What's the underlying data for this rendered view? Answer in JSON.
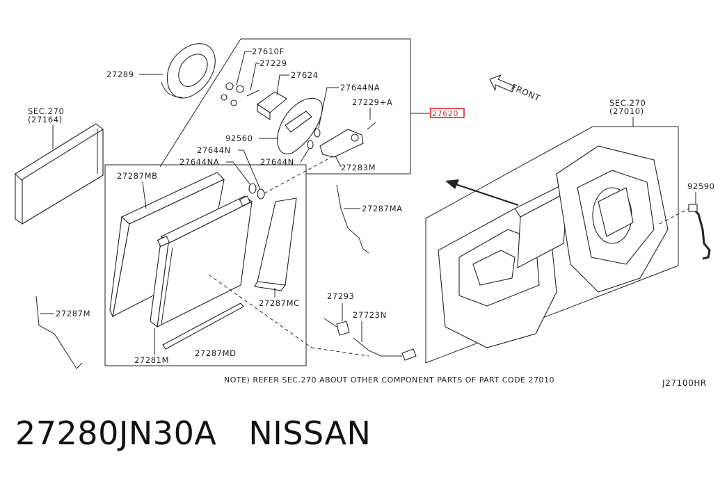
{
  "callouts": {
    "sec270_left": "SEC.270",
    "sec270_left_code": "(27164)",
    "p27289": "27289",
    "p27610F": "27610F",
    "p27229": "27229",
    "p27624": "27624",
    "p27644NA_top": "27644NA",
    "p27229A": "27229+A",
    "p27620": "27620",
    "p92560": "92560",
    "p27644N_top": "27644N",
    "p27644NA_left": "27644NA",
    "p27644N_mid": "27644N",
    "p27283M": "27283M",
    "p27287MB": "27287MB",
    "p27287MA": "27287MA",
    "p27287MC": "27287MC",
    "p27287M": "27287M",
    "p27293": "27293",
    "p27723N": "27723N",
    "p27281M": "27281M",
    "p27287MD": "27287MD",
    "sec270_right": "SEC.270",
    "sec270_right_code": "(27010)",
    "p92590": "92590",
    "front": "FRONT"
  },
  "note": "NOTE) REFER SEC.270 ABOUT OTHER COMPONENT PARTS OF PART CODE 27010",
  "diagram_ref": "J27100HR",
  "caption": {
    "part_number": "27280JN30A",
    "brand": "NISSAN"
  },
  "highlight_color": "#e0222a"
}
